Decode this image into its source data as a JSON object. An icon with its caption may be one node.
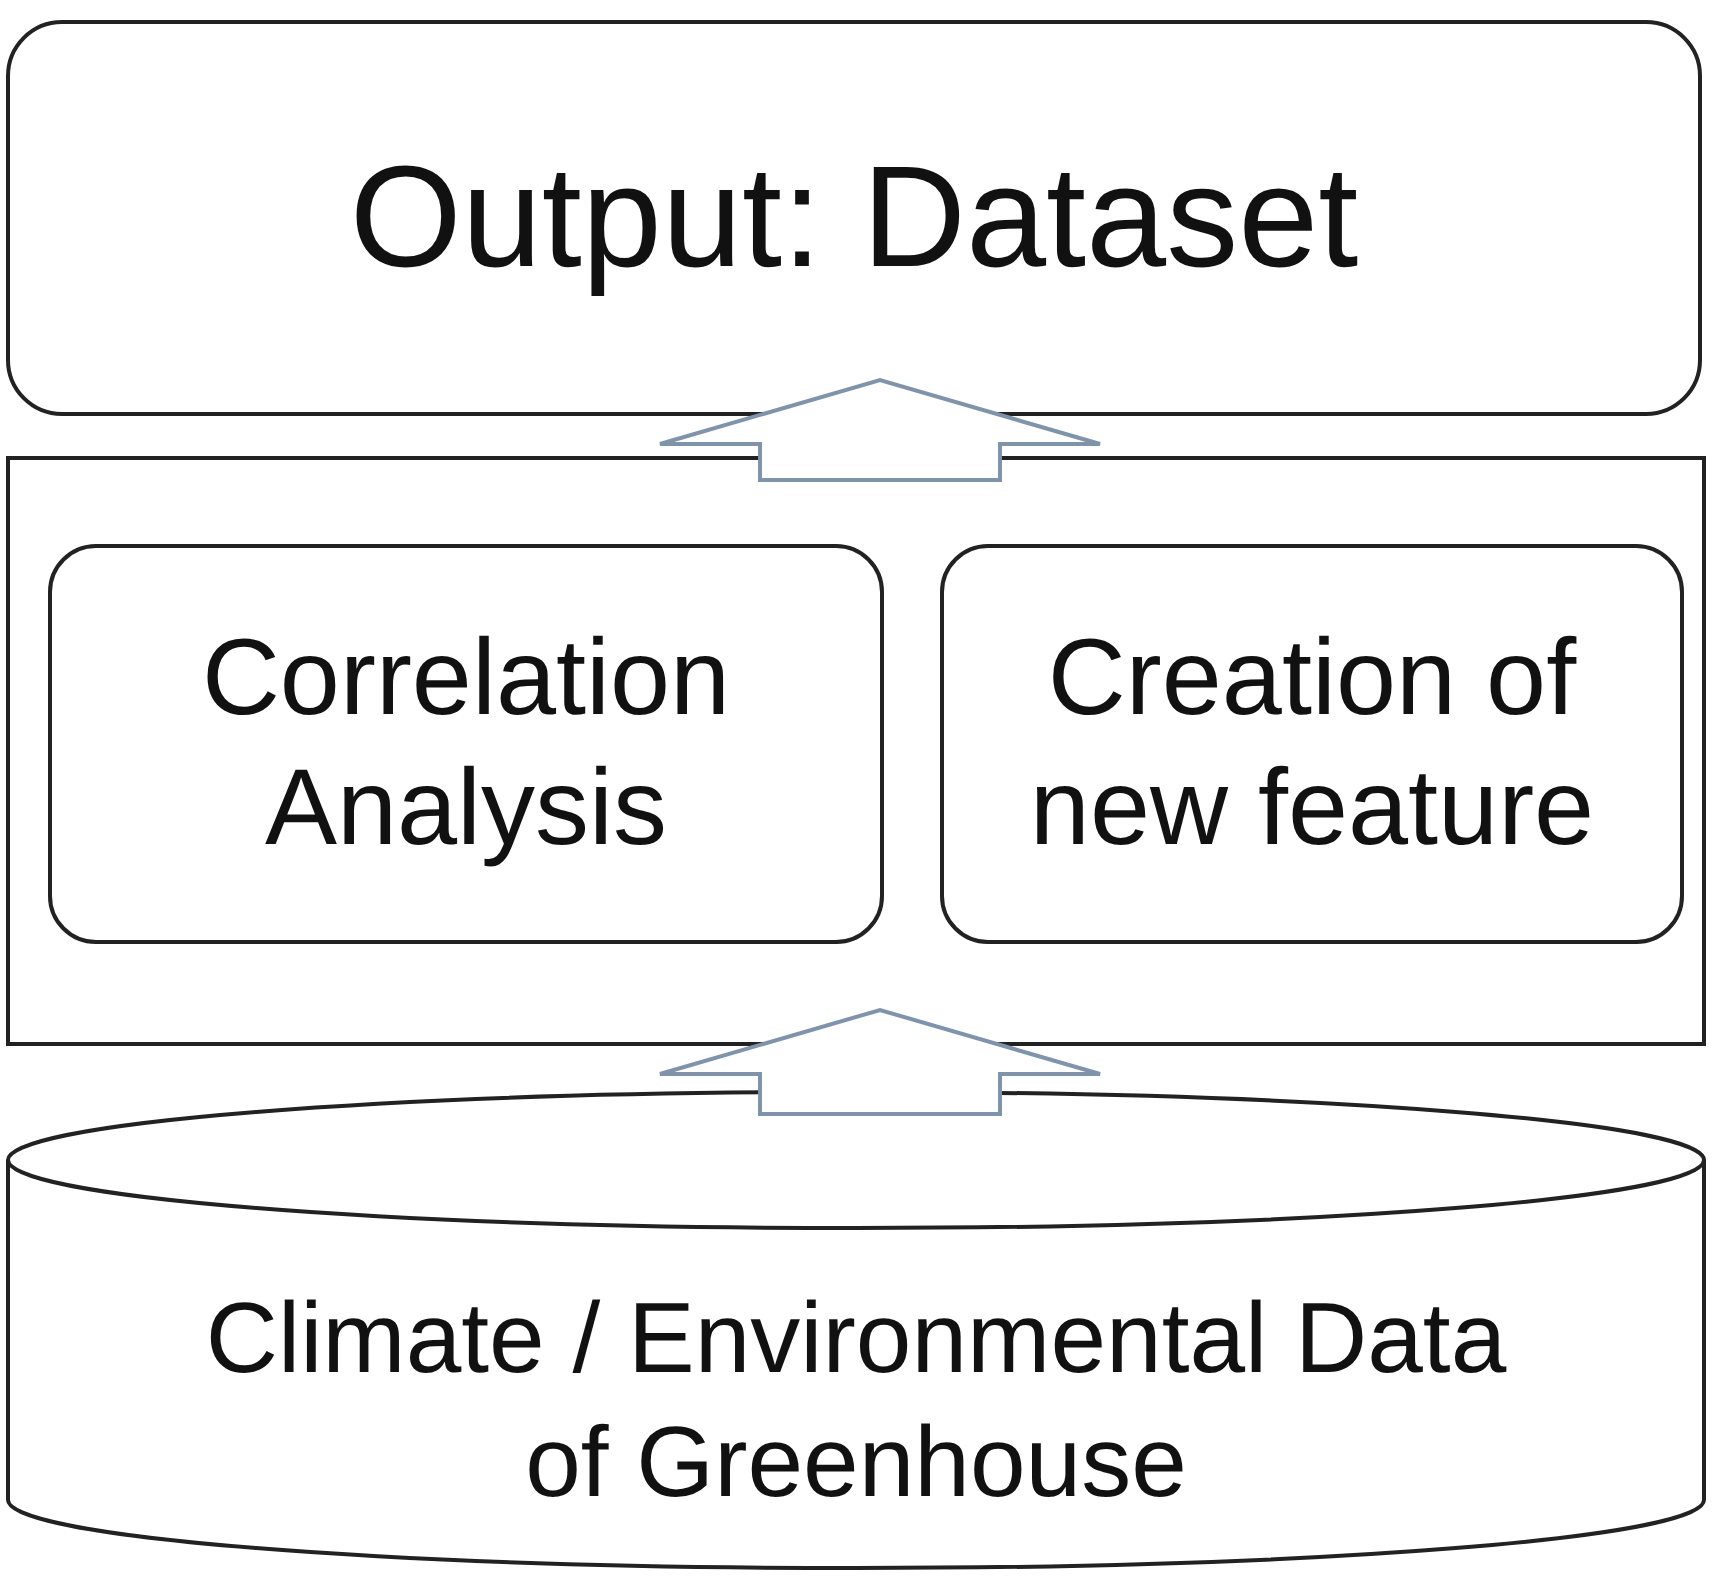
{
  "diagram": {
    "nodes": [
      {
        "text": [
          "Output: Dataset"
        ]
      },
      {
        "text": [],
        "shape": "box"
      },
      {
        "text": [
          "Correlation Analysis"
        ],
        "in": 1
      },
      {
        "text": [
          "Creation of new feature"
        ],
        "in": 1
      },
      {
        "text": [
          "Climate / Environmental Data of Greenhouse"
        ]
      }
    ],
    "edges": [
      {
        "from": 4,
        "to": 1,
        "arrow": "to"
      },
      {
        "from": 1,
        "to": 0,
        "arrow": "to"
      }
    ]
  }
}
